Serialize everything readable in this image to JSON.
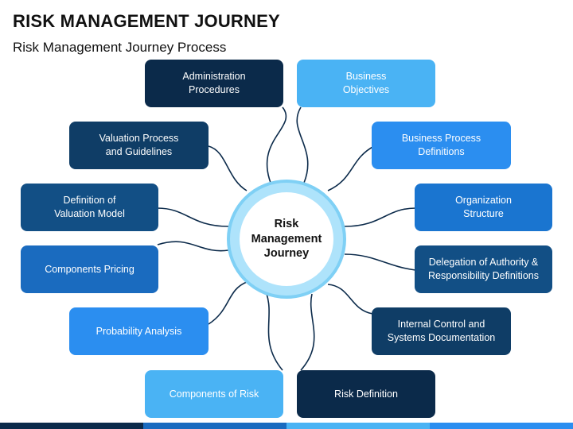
{
  "slide": {
    "title": "RISK MANAGEMENT JOURNEY",
    "subtitle": "Risk Management Journey Process"
  },
  "center": {
    "label": "Risk\nManagement\nJourney"
  },
  "nodes": [
    {
      "id": "administration-procedures",
      "label": "Administration\nProcedures",
      "color": "#0b2a4a"
    },
    {
      "id": "business-objectives",
      "label": "Business\nObjectives",
      "color": "#4ab3f4"
    },
    {
      "id": "valuation-process",
      "label": "Valuation Process\nand Guidelines",
      "color": "#0f3d66"
    },
    {
      "id": "business-process-definitions",
      "label": "Business Process\nDefinitions",
      "color": "#2b8ef0"
    },
    {
      "id": "definition-of-valuation-model",
      "label": "Definition of\nValuation Model",
      "color": "#124f85"
    },
    {
      "id": "organization-structure",
      "label": "Organization\nStructure",
      "color": "#1a75d0"
    },
    {
      "id": "components-pricing",
      "label": "Components Pricing",
      "color": "#1a6bbf"
    },
    {
      "id": "delegation-of-authority",
      "label": "Delegation of Authority &\nResponsibility Definitions",
      "color": "#124f85"
    },
    {
      "id": "probability-analysis",
      "label": "Probability Analysis",
      "color": "#2b8ef0"
    },
    {
      "id": "internal-control",
      "label": "Internal Control and\nSystems Documentation",
      "color": "#0f3d66"
    },
    {
      "id": "components-of-risk",
      "label": "Components of Risk",
      "color": "#4ab3f4"
    },
    {
      "id": "risk-definition",
      "label": "Risk Definition",
      "color": "#0b2a4a"
    }
  ],
  "connector_color": "#0b2a4a",
  "bottom_bar_colors": [
    "#0b2a4a",
    "#1a6bbf",
    "#4ab3f4",
    "#2b8ef0"
  ]
}
